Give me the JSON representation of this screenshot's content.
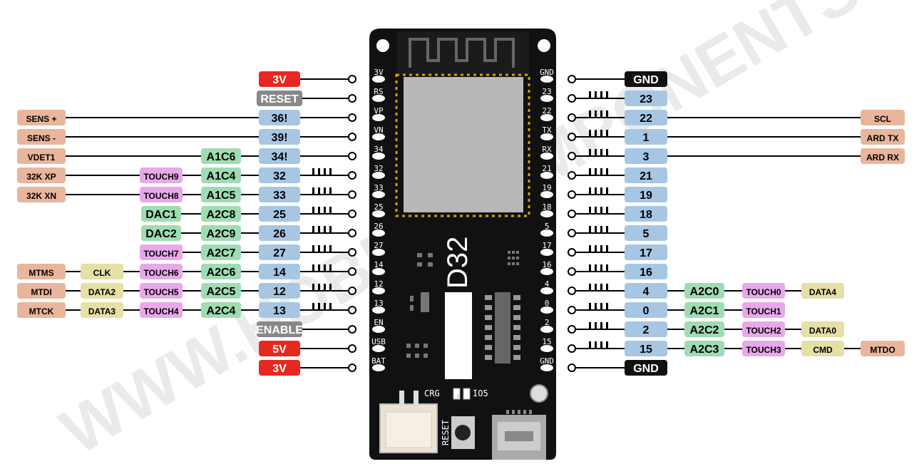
{
  "board": {
    "name": "D32",
    "led_labels": {
      "left": "CRG",
      "right": "IO5"
    },
    "button_label": "RESET"
  },
  "watermark": "WWW.HOBBYCOMPONENTS",
  "colors": {
    "red": "#e8281e",
    "gray": "#888888",
    "blue": "#a7c6e4",
    "green": "#9fdcb2",
    "pink": "#e8a8ea",
    "khaki": "#e6dfa6",
    "salmon": "#e9b59c",
    "black": "#111111",
    "board": "#111111"
  },
  "left_pins": [
    {
      "pcb": "3V",
      "main": "3V",
      "main_color": "red"
    },
    {
      "pcb": "RS",
      "main": "RESET",
      "main_color": "gray"
    },
    {
      "pcb": "VP",
      "main": "36!",
      "main_color": "blue",
      "labels": [
        {
          "text": "SENS +",
          "color": "salmon"
        }
      ]
    },
    {
      "pcb": "VN",
      "main": "39!",
      "main_color": "blue",
      "labels": [
        {
          "text": "SENS -",
          "color": "salmon"
        }
      ]
    },
    {
      "pcb": "34",
      "main": "34!",
      "main_color": "blue",
      "labels": [
        {
          "text": "VDET1",
          "color": "salmon"
        },
        {
          "text": "A1C6",
          "color": "green"
        }
      ]
    },
    {
      "pcb": "32",
      "main": "32",
      "main_color": "blue",
      "pwm": true,
      "labels": [
        {
          "text": "32K XP",
          "color": "salmon"
        },
        {
          "text": "TOUCH9",
          "color": "pink"
        },
        {
          "text": "A1C4",
          "color": "green"
        }
      ]
    },
    {
      "pcb": "33",
      "main": "33",
      "main_color": "blue",
      "pwm": true,
      "labels": [
        {
          "text": "32K XN",
          "color": "salmon"
        },
        {
          "text": "TOUCH8",
          "color": "pink"
        },
        {
          "text": "A1C5",
          "color": "green"
        }
      ]
    },
    {
      "pcb": "25",
      "main": "25",
      "main_color": "blue",
      "pwm": true,
      "labels": [
        {
          "text": "DAC1",
          "color": "green"
        },
        {
          "text": "A2C8",
          "color": "green"
        }
      ]
    },
    {
      "pcb": "26",
      "main": "26",
      "main_color": "blue",
      "pwm": true,
      "labels": [
        {
          "text": "DAC2",
          "color": "green"
        },
        {
          "text": "A2C9",
          "color": "green"
        }
      ]
    },
    {
      "pcb": "27",
      "main": "27",
      "main_color": "blue",
      "pwm": true,
      "labels": [
        {
          "text": "TOUCH7",
          "color": "pink"
        },
        {
          "text": "A2C7",
          "color": "green"
        }
      ]
    },
    {
      "pcb": "14",
      "main": "14",
      "main_color": "blue",
      "pwm": true,
      "labels": [
        {
          "text": "MTMS",
          "color": "salmon"
        },
        {
          "text": "CLK",
          "color": "khaki"
        },
        {
          "text": "TOUCH6",
          "color": "pink"
        },
        {
          "text": "A2C6",
          "color": "green"
        }
      ]
    },
    {
      "pcb": "12",
      "main": "12",
      "main_color": "blue",
      "pwm": true,
      "labels": [
        {
          "text": "MTDI",
          "color": "salmon"
        },
        {
          "text": "DATA2",
          "color": "khaki"
        },
        {
          "text": "TOUCH5",
          "color": "pink"
        },
        {
          "text": "A2C5",
          "color": "green"
        }
      ]
    },
    {
      "pcb": "13",
      "main": "13",
      "main_color": "blue",
      "pwm": true,
      "labels": [
        {
          "text": "MTCK",
          "color": "salmon"
        },
        {
          "text": "DATA3",
          "color": "khaki"
        },
        {
          "text": "TOUCH4",
          "color": "pink"
        },
        {
          "text": "A2C4",
          "color": "green"
        }
      ]
    },
    {
      "pcb": "EN",
      "main": "ENABLE",
      "main_color": "gray"
    },
    {
      "pcb": "USB",
      "main": "5V",
      "main_color": "red"
    },
    {
      "pcb": "BAT",
      "main": "3V",
      "main_color": "red"
    }
  ],
  "right_pins": [
    {
      "pcb": "GND",
      "main": "GND",
      "main_color": "black"
    },
    {
      "pcb": "23",
      "main": "23",
      "main_color": "blue",
      "pwm": true
    },
    {
      "pcb": "22",
      "main": "22",
      "main_color": "blue",
      "pwm": true,
      "labels": [
        {
          "text": "SCL",
          "color": "salmon"
        }
      ]
    },
    {
      "pcb": "TX",
      "main": "1",
      "main_color": "blue",
      "pwm": true,
      "labels": [
        {
          "text": "ARD TX",
          "color": "salmon"
        }
      ]
    },
    {
      "pcb": "RX",
      "main": "3",
      "main_color": "blue",
      "pwm": true,
      "labels": [
        {
          "text": "ARD RX",
          "color": "salmon"
        }
      ]
    },
    {
      "pcb": "21",
      "main": "21",
      "main_color": "blue",
      "pwm": true
    },
    {
      "pcb": "19",
      "main": "19",
      "main_color": "blue",
      "pwm": true
    },
    {
      "pcb": "18",
      "main": "18",
      "main_color": "blue",
      "pwm": true
    },
    {
      "pcb": "5",
      "main": "5",
      "main_color": "blue",
      "pwm": true
    },
    {
      "pcb": "17",
      "main": "17",
      "main_color": "blue",
      "pwm": true
    },
    {
      "pcb": "16",
      "main": "16",
      "main_color": "blue",
      "pwm": true
    },
    {
      "pcb": "4",
      "main": "4",
      "main_color": "blue",
      "pwm": true,
      "labels": [
        {
          "text": "A2C0",
          "color": "green"
        },
        {
          "text": "TOUCH0",
          "color": "pink"
        },
        {
          "text": "DATA4",
          "color": "khaki"
        }
      ]
    },
    {
      "pcb": "0",
      "main": "0",
      "main_color": "blue",
      "pwm": true,
      "labels": [
        {
          "text": "A2C1",
          "color": "green"
        },
        {
          "text": "TOUCH1",
          "color": "pink"
        }
      ]
    },
    {
      "pcb": "2",
      "main": "2",
      "main_color": "blue",
      "pwm": true,
      "labels": [
        {
          "text": "A2C2",
          "color": "green"
        },
        {
          "text": "TOUCH2",
          "color": "pink"
        },
        {
          "text": "DATA0",
          "color": "khaki"
        }
      ]
    },
    {
      "pcb": "15",
      "main": "15",
      "main_color": "blue",
      "pwm": true,
      "labels": [
        {
          "text": "A2C3",
          "color": "green"
        },
        {
          "text": "TOUCH3",
          "color": "pink"
        },
        {
          "text": "CMD",
          "color": "khaki"
        },
        {
          "text": "MTDO",
          "color": "salmon"
        }
      ]
    },
    {
      "pcb": "GND",
      "main": "GND",
      "main_color": "black"
    }
  ]
}
